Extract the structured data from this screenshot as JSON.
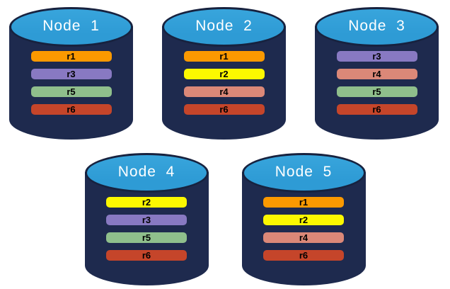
{
  "diagram": {
    "description": "Database replica distribution across five nodes",
    "cylinder": {
      "body_color": "#1E2A4E",
      "top_color": "#2E9BD5",
      "top_color_light": "#38A5DC",
      "top_border_color": "#17223F",
      "title_color": "#FFFFFF",
      "label_color": "#000000"
    },
    "replica_colors": {
      "r1": "#FB9900",
      "r2": "#FCF800",
      "r3": "#8879C2",
      "r4": "#DB8878",
      "r5": "#8FBF8C",
      "r6": "#C5452A"
    },
    "nodes": [
      {
        "title": "Node  1",
        "row": "top",
        "replicas": [
          "r1",
          "r3",
          "r5",
          "r6"
        ]
      },
      {
        "title": "Node  2",
        "row": "top",
        "replicas": [
          "r1",
          "r2",
          "r4",
          "r6"
        ]
      },
      {
        "title": "Node  3",
        "row": "top",
        "replicas": [
          "r3",
          "r4",
          "r5",
          "r6"
        ]
      },
      {
        "title": "Node  4",
        "row": "bottom",
        "replicas": [
          "r2",
          "r3",
          "r5",
          "r6"
        ]
      },
      {
        "title": "Node  5",
        "row": "bottom",
        "replicas": [
          "r1",
          "r2",
          "r4",
          "r6"
        ]
      }
    ]
  }
}
